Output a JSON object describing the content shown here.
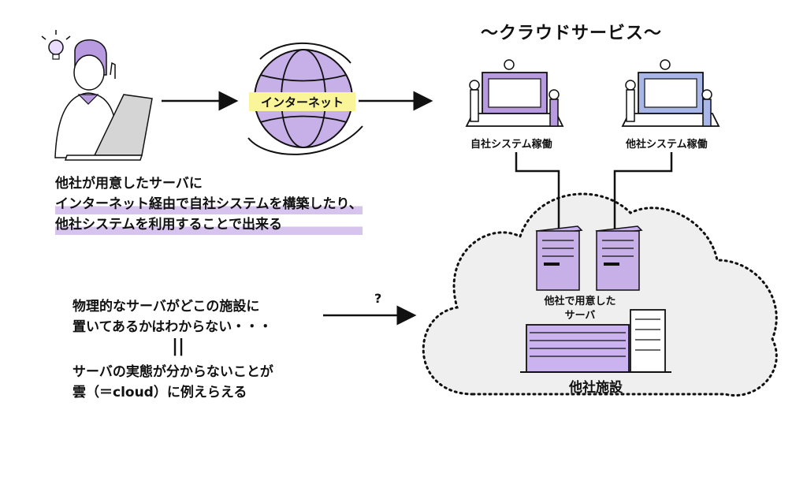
{
  "title": "〜クラウドサービス〜",
  "internet_label": "インターネット",
  "own_system_label": "自社システム稼働",
  "other_system_label": "他社システム稼働",
  "explanation": {
    "line1": "他社が用意したサーバに",
    "line2": "インターネット経由で自社システムを構築したり、",
    "line3": "他社システムを利用することで出来る"
  },
  "question": {
    "line1": "物理的なサーバがどこの施設に",
    "line2": "置いてあるかはわからない・・・"
  },
  "equals_mark": "||",
  "answer": {
    "line1": "サーバの実態が分からないことが",
    "line2": "雲（＝cloud）に例えらえる"
  },
  "question_mark": "?",
  "server_label": {
    "line1": "他社で用意した",
    "line2": "サーバ"
  },
  "facility_label": "他社施設",
  "colors": {
    "accent_purple": "#b79ae0",
    "highlight_purple": "#d7c4ee",
    "internet_yellow": "#fbf59a",
    "cloud_fill": "#efefef"
  },
  "icons": [
    "person-laptop-icon",
    "globe-icon",
    "workers-laptop-icon",
    "server-icon",
    "building-icon",
    "lightbulb-icon"
  ]
}
